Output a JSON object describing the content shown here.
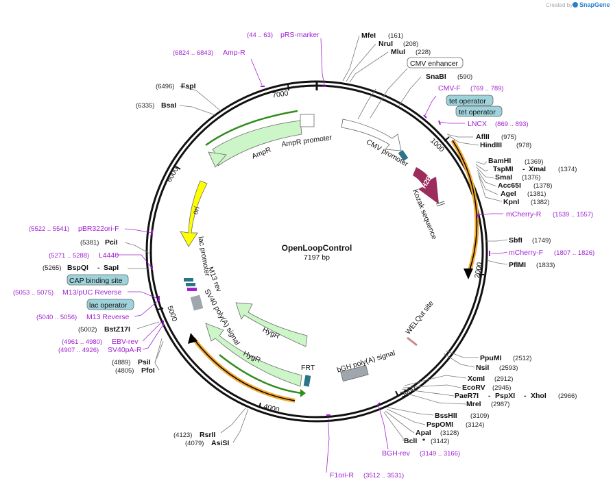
{
  "credit": {
    "created_by": "Created by",
    "brand": "SnapGene"
  },
  "plasmid": {
    "name": "OpenLoopControl",
    "size": "7197 bp"
  },
  "ticks": [
    "1000",
    "2000",
    "3000",
    "4000",
    "5000",
    "6000",
    "7000"
  ],
  "enzymes": [
    {
      "name": "MfeI",
      "pos": "(161)"
    },
    {
      "name": "NruI",
      "pos": "(208)"
    },
    {
      "name": "MluI",
      "pos": "(228)"
    },
    {
      "name": "SnaBI",
      "pos": "(590)"
    },
    {
      "name": "AflII",
      "pos": "(975)"
    },
    {
      "name": "HindIII",
      "pos": "(978)"
    },
    {
      "name": "BamHI",
      "pos": "(1369)"
    },
    {
      "name": "TspMI",
      "name2": "XmaI",
      "pos": "(1374)"
    },
    {
      "name": "SmaI",
      "pos": "(1376)"
    },
    {
      "name": "Acc65I",
      "pos": "(1378)"
    },
    {
      "name": "AgeI",
      "pos": "(1381)"
    },
    {
      "name": "KpnI",
      "pos": "(1382)"
    },
    {
      "name": "SbfI",
      "pos": "(1749)"
    },
    {
      "name": "PflMI",
      "pos": "(1833)"
    },
    {
      "name": "PpuMI",
      "pos": "(2512)"
    },
    {
      "name": "NsiI",
      "pos": "(2593)"
    },
    {
      "name": "XcmI",
      "pos": "(2912)"
    },
    {
      "name": "EcoRV",
      "pos": "(2945)"
    },
    {
      "name": "PaeR7I",
      "name2": "PspXI",
      "name3": "XhoI",
      "pos": "(2966)"
    },
    {
      "name": "MreI",
      "pos": "(2987)"
    },
    {
      "name": "BssHII",
      "pos": "(3109)"
    },
    {
      "name": "PspOMI",
      "pos": "(3124)"
    },
    {
      "name": "ApaI",
      "pos": "(3128)"
    },
    {
      "name": "BclI",
      "star": "*",
      "pos": "(3142)"
    },
    {
      "name": "RsrII",
      "pos": "(4123)"
    },
    {
      "name": "AsiSI",
      "pos": "(4079)"
    },
    {
      "name": "PsiI",
      "pos": "(4889)"
    },
    {
      "name": "PfoI",
      "pos": "(4805)"
    },
    {
      "name": "BstZ17I",
      "pos": "(5002)"
    },
    {
      "name": "BspQI",
      "name2": "SapI",
      "pos": "(5265)"
    },
    {
      "name": "PciI",
      "pos": "(5381)"
    },
    {
      "name": "BsaI",
      "pos": "(6335)"
    },
    {
      "name": "FspI",
      "pos": "(6496)"
    }
  ],
  "primers": [
    {
      "name": "pRS-marker",
      "range": "(44 .. 63)"
    },
    {
      "name": "Amp-R",
      "range": "(6824 .. 6843)"
    },
    {
      "name": "CMV-F",
      "range": "(769 .. 789)"
    },
    {
      "name": "LNCX",
      "range": "(869 .. 893)"
    },
    {
      "name": "mCherry-R",
      "range": "(1539 .. 1557)"
    },
    {
      "name": "mCherry-F",
      "range": "(1807 .. 1826)"
    },
    {
      "name": "pBR322ori-F",
      "range": "(5522 .. 5541)"
    },
    {
      "name": "L4440",
      "range": "(5271 .. 5288)"
    },
    {
      "name": "M13/pUC Reverse",
      "range": "(5053 .. 5075)"
    },
    {
      "name": "M13 Reverse",
      "range": "(5040 .. 5056)"
    },
    {
      "name": "EBV-rev",
      "range": "(4961 .. 4980)"
    },
    {
      "name": "SV40pA-R",
      "range": "(4907 .. 4926)"
    },
    {
      "name": "BGH-rev",
      "range": "(3149 .. 3166)"
    },
    {
      "name": "F1ori-R",
      "range": "(3512 .. 3531)"
    }
  ],
  "boxed_labels": [
    "CMV enhancer",
    "tet operator",
    "tet operator",
    "CAP binding site",
    "lac operator"
  ],
  "features": {
    "h2b": "H2B",
    "kozak": "Kozak sequence",
    "cmv_promoter": "CMV promoter",
    "ampr": "AmpR",
    "ampr_promoter": "AmpR promoter",
    "ori": "ori",
    "lac_promoter": "lac promoter",
    "m13_rev": "M13 rev",
    "sv40": "SV40 poly(A) signal",
    "hygr": "HygR",
    "frt": "FRT",
    "bgh": "bGH poly(A) signal",
    "welqut": "WELQut site"
  },
  "colors": {
    "primer": "#a020d0",
    "orf_outline": "#f0a830",
    "ampr_fill": "#ccf5c8",
    "ori_fill": "#ffff00",
    "h2b_fill": "#9b2c5c",
    "box_fill": "#9fd3dc",
    "gray_feature": "#9fa6ad",
    "brand": "#2c7fd0"
  }
}
